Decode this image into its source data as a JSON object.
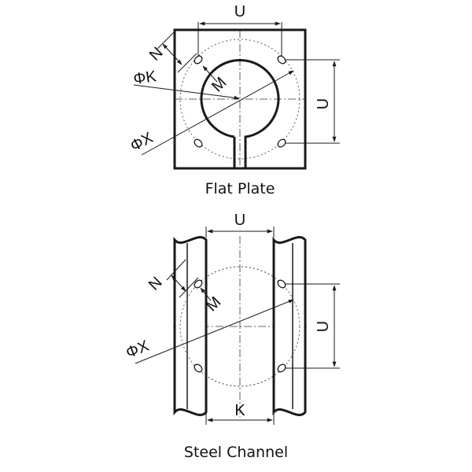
{
  "flat_plate": {
    "caption": "Flat Plate",
    "labels": {
      "u_top": "U",
      "u_right": "U",
      "n": "N",
      "phi_k": "ΦK",
      "m": "M",
      "phi_x": "ΦX"
    }
  },
  "steel_channel": {
    "caption": "Steel Channel",
    "labels": {
      "u_top": "U",
      "u_right": "U",
      "n": "N",
      "m": "M",
      "phi_x": "ΦX",
      "k": "K"
    }
  }
}
